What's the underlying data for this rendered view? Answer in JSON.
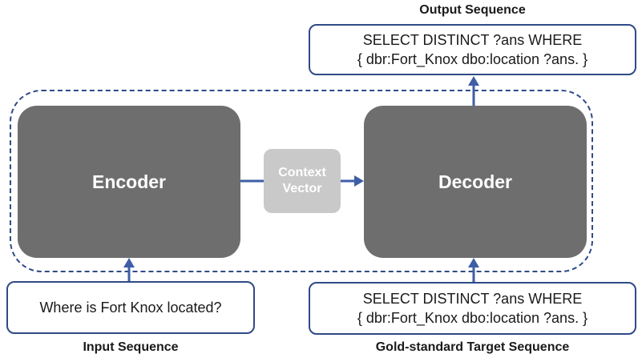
{
  "encoder": {
    "label": "Encoder"
  },
  "decoder": {
    "label": "Decoder"
  },
  "context_vector": {
    "line1": "Context",
    "line2": "Vector"
  },
  "output": {
    "caption": "Output Sequence",
    "line1": "SELECT DISTINCT ?ans WHERE",
    "line2": "{ dbr:Fort_Knox dbo:location ?ans. }"
  },
  "input": {
    "caption": "Input Sequence",
    "text": "Where is Fort Knox located?"
  },
  "gold": {
    "caption": "Gold-standard Target Sequence",
    "line1": "SELECT DISTINCT ?ans WHERE",
    "line2": "{ dbr:Fort_Knox dbo:location ?ans. }"
  },
  "colors": {
    "frame": "#2f4a86",
    "block": "#6e6e6e",
    "context": "#c9c9c9",
    "arrow": "#3e5ea6"
  }
}
